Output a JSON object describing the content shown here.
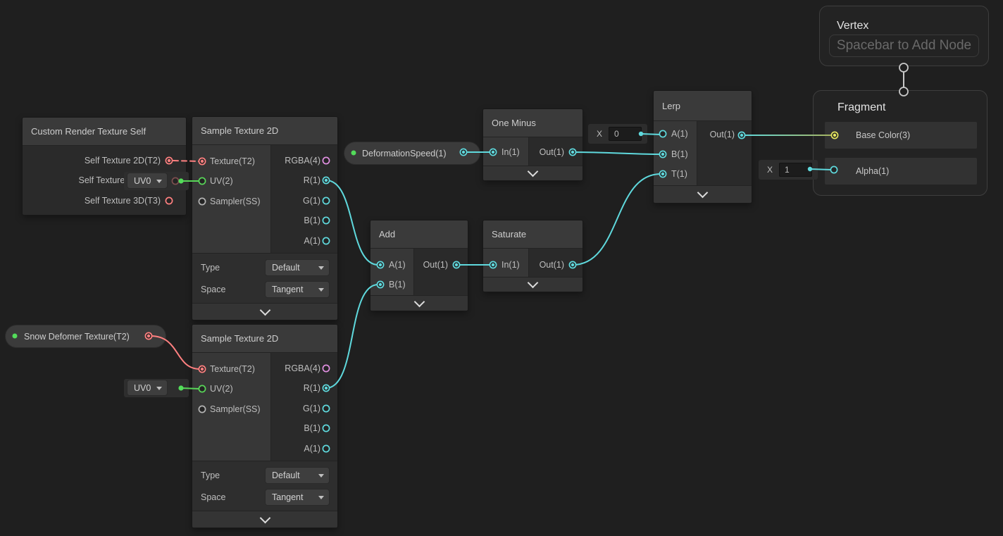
{
  "palette": {
    "background": "#1f1f1f",
    "edge_float": "#5fd9dd",
    "edge_vector2": "#58d658",
    "edge_texture2d": "#ff8080",
    "port_vector4": "#e08fe0",
    "port_vector3": "#e4e45f",
    "port_sampler": "#b4b4b4",
    "property_dot": "#53dc5a",
    "edge_gradient_end": "#a9b25c"
  },
  "nodes": {
    "custom_render_texture_self": {
      "title": "Custom Render Texture Self",
      "outputs": [
        "Self Texture 2D(T2)",
        "Self Texture Cube(C)",
        "Self Texture 3D(T3)"
      ]
    },
    "sample_texture_2d_top": {
      "title": "Sample Texture 2D",
      "inputs": [
        "Texture(T2)",
        "UV(2)",
        "Sampler(SS)"
      ],
      "outputs": [
        "RGBA(4)",
        "R(1)",
        "G(1)",
        "B(1)",
        "A(1)"
      ],
      "controls": [
        {
          "label": "Type",
          "value": "Default"
        },
        {
          "label": "Space",
          "value": "Tangent"
        }
      ]
    },
    "sample_texture_2d_bottom": {
      "title": "Sample Texture 2D",
      "inputs": [
        "Texture(T2)",
        "UV(2)",
        "Sampler(SS)"
      ],
      "outputs": [
        "RGBA(4)",
        "R(1)",
        "G(1)",
        "B(1)",
        "A(1)"
      ],
      "controls": [
        {
          "label": "Type",
          "value": "Default"
        },
        {
          "label": "Space",
          "value": "Tangent"
        }
      ]
    },
    "one_minus": {
      "title": "One Minus",
      "inputs": [
        "In(1)"
      ],
      "outputs": [
        "Out(1)"
      ]
    },
    "add": {
      "title": "Add",
      "inputs": [
        "A(1)",
        "B(1)"
      ],
      "outputs": [
        "Out(1)"
      ]
    },
    "saturate": {
      "title": "Saturate",
      "inputs": [
        "In(1)"
      ],
      "outputs": [
        "Out(1)"
      ]
    },
    "lerp": {
      "title": "Lerp",
      "inputs": [
        "A(1)",
        "B(1)",
        "T(1)"
      ],
      "outputs": [
        "Out(1)"
      ]
    },
    "vertex_context": {
      "title": "Vertex",
      "placeholder": "Spacebar to Add Node"
    },
    "fragment_context": {
      "title": "Fragment",
      "inputs": [
        "Base Color(3)",
        "Alpha(1)"
      ]
    }
  },
  "properties": {
    "deformation_speed": {
      "label": "DeformationSpeed(1)"
    },
    "snow_deformer_texture": {
      "label": "Snow Defomer Texture(T2)"
    }
  },
  "inline_controls": {
    "lerp_a_value": {
      "label": "X",
      "value": "0"
    },
    "alpha_value": {
      "label": "X",
      "value": "1"
    },
    "uv_channel_top": {
      "value": "UV0"
    },
    "uv_channel_bottom": {
      "value": "UV0"
    }
  }
}
